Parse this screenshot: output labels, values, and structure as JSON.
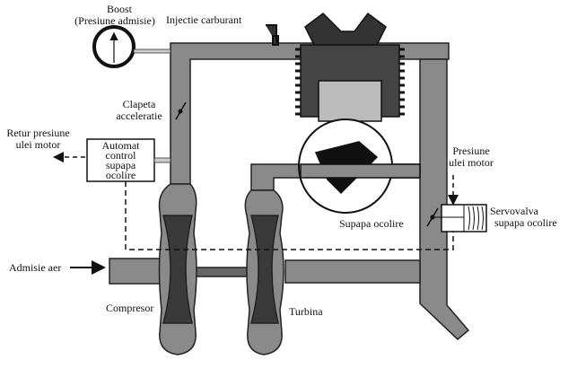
{
  "labels": {
    "boost": "Boost",
    "boost_sub": "(Presiune admisie)",
    "fuel_injection": "Injectie carburant",
    "throttle_1": "Clapeta",
    "throttle_2": "acceleratie",
    "oil_return_1": "Retur presiune",
    "oil_return_2": "ulei motor",
    "controller_1": "Automat",
    "controller_2": "control",
    "controller_3": "supapa",
    "controller_4": "ocolire",
    "oil_pressure_1": "Presiune",
    "oil_pressure_2": "ulei motor",
    "servo_1": "Servovalva",
    "servo_2": "supapa ocolire",
    "wastegate": "Supapa ocolire",
    "air_intake": "Admisie aer",
    "compressor": "Compresor",
    "turbine": "Turbina"
  },
  "colors": {
    "pipe": "#8a8a8a",
    "ink": "#111111"
  }
}
